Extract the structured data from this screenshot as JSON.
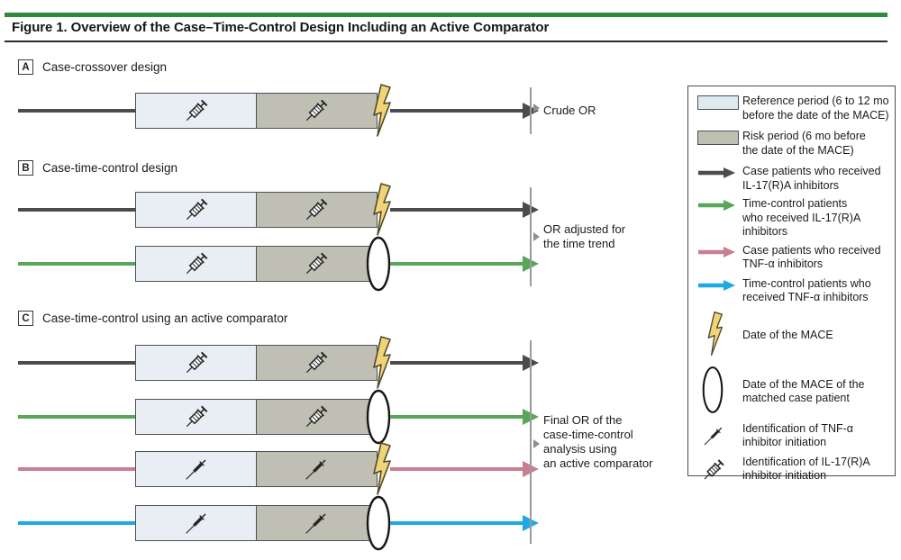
{
  "header": {
    "title": "Figure 1. Overview of the Case–Time-Control Design Including an Active Comparator"
  },
  "colors": {
    "header_bar_green": "#2E8B3D",
    "case_il17_arrow": "#494D50",
    "timecontrol_il17_arrow": "#58A65A",
    "case_tnf_arrow": "#C97F92",
    "timecontrol_tnf_arrow": "#1EA8E4",
    "reference_period_fill": "#E8EEF3",
    "risk_period_fill": "#C0BFB3",
    "mace_bolt_yellow": "#F2D478"
  },
  "panels": [
    {
      "label": "A",
      "title": "Case-crossover design",
      "result_lines": [
        "Crude OR"
      ]
    },
    {
      "label": "B",
      "title": "Case-time-control design",
      "result_lines": [
        "OR adjusted for",
        "the time trend"
      ]
    },
    {
      "label": "C",
      "title": "Case-time-control using an active comparator",
      "result_lines": [
        "Final OR of the",
        "case-time-control",
        "analysis using",
        "an active comparator"
      ]
    }
  ],
  "legend": {
    "items": [
      {
        "icon": "reference-period-swatch",
        "lines": [
          "Reference period (6 to 12 mo",
          "before the date of the MACE)"
        ]
      },
      {
        "icon": "risk-period-swatch",
        "lines": [
          "Risk period (6 mo before",
          "the date of the MACE)"
        ]
      },
      {
        "icon": "case-il17-arrow",
        "lines": [
          "Case patients who received",
          "IL-17(R)A inhibitors"
        ]
      },
      {
        "icon": "timecontrol-il17-arrow",
        "lines": [
          "Time-control patients",
          "who received IL-17(R)A",
          "inhibitors"
        ]
      },
      {
        "icon": "case-tnf-arrow",
        "lines": [
          "Case patients who received",
          "TNF-α inhibitors"
        ]
      },
      {
        "icon": "timecontrol-tnf-arrow",
        "lines": [
          "Time-control patients who",
          "received TNF-α inhibitors"
        ]
      },
      {
        "icon": "mace-lightning",
        "lines": [
          "Date of the MACE"
        ]
      },
      {
        "icon": "matched-mace-ellipse",
        "lines": [
          "Date of the MACE of the",
          "matched case patient"
        ]
      },
      {
        "icon": "tnf-syringe",
        "lines": [
          "Identification of TNF-α",
          "inhibitor initiation"
        ]
      },
      {
        "icon": "il17-syringe",
        "lines": [
          "Identification of IL-17(R)A",
          "inhibitor initiation"
        ]
      }
    ]
  }
}
